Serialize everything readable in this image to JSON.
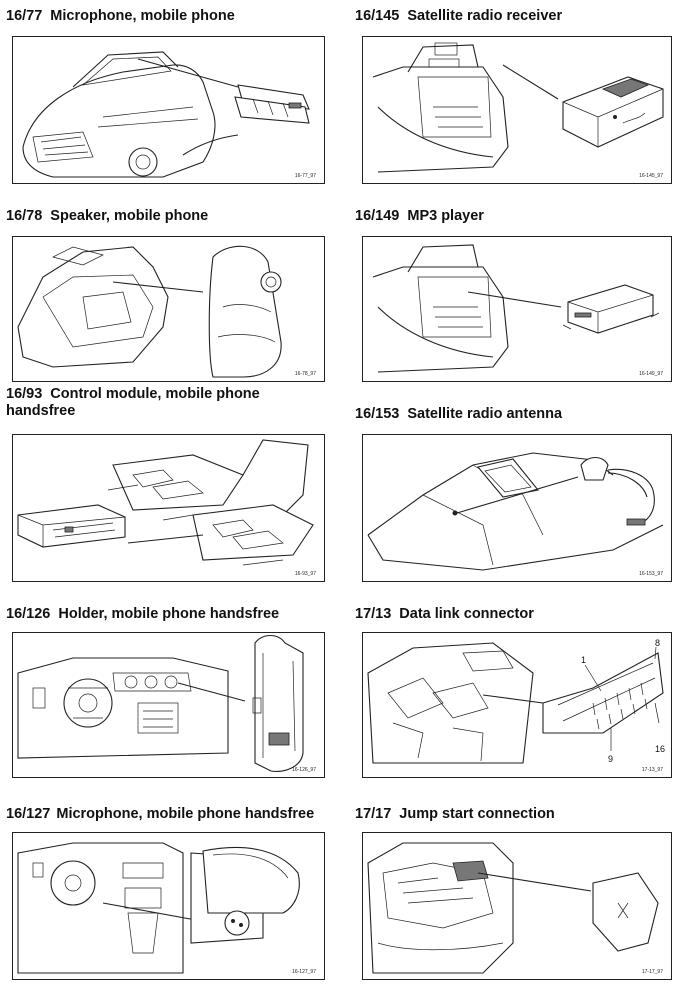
{
  "entries": [
    {
      "num": "16/77",
      "title": "Microphone, mobile phone",
      "code": "16-77_97"
    },
    {
      "num": "16/145",
      "title": "Satellite radio receiver",
      "code": "16-145_97"
    },
    {
      "num": "16/78",
      "title": "Speaker, mobile phone",
      "code": "16-78_97"
    },
    {
      "num": "16/149",
      "title": "MP3 player",
      "code": "16-149_97"
    },
    {
      "num": "16/93",
      "title": "Control module, mobile phone handsfree",
      "code": "16-93_97"
    },
    {
      "num": "16/153",
      "title": "Satellite radio antenna",
      "code": "16-153_97"
    },
    {
      "num": "16/126",
      "title": "Holder, mobile phone handsfree",
      "code": "16-126_97"
    },
    {
      "num": "17/13",
      "title": "Data link connector",
      "code": "17-13_97",
      "callouts": [
        "1",
        "8",
        "16",
        "9"
      ]
    },
    {
      "num": "16/127",
      "title": "Microphone, mobile phone handsfree",
      "code": "16-127_97"
    },
    {
      "num": "17/17",
      "title": "Jump start connection",
      "code": "17-17_97"
    }
  ]
}
